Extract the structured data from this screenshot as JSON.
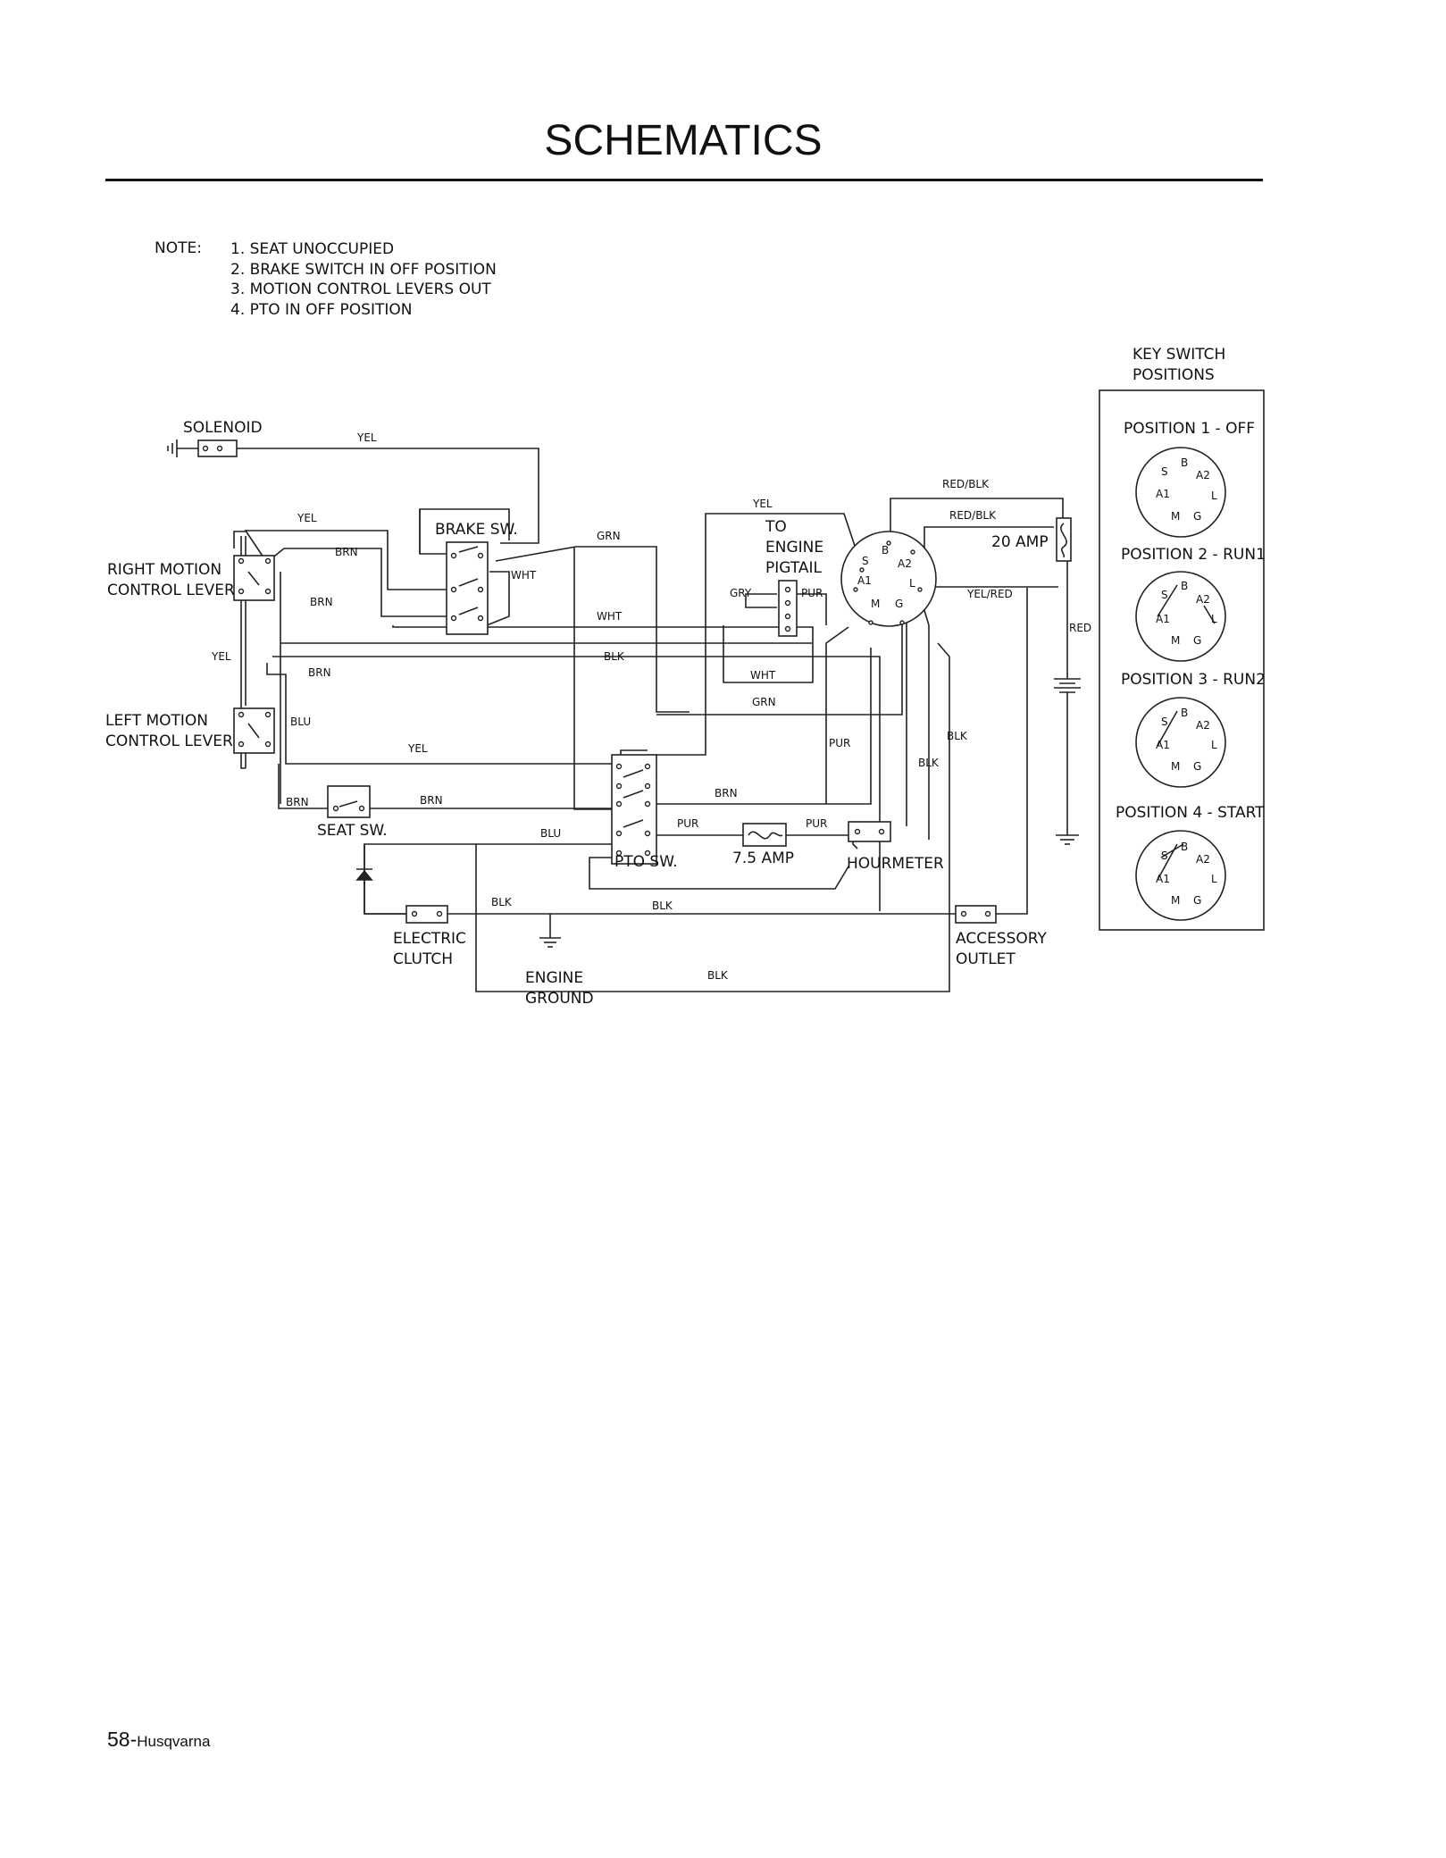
{
  "page": {
    "title": "SCHEMATICS",
    "page_number": "58-",
    "brand": "Husqvarna"
  },
  "notes": {
    "heading": "NOTE:",
    "items": [
      "1. SEAT UNOCCUPIED",
      "2. BRAKE SWITCH IN OFF POSITION",
      "3. MOTION CONTROL LEVERS OUT",
      "4. PTO IN OFF POSITION"
    ]
  },
  "components": {
    "solenoid": "SOLENOID",
    "right_lever": [
      "RIGHT MOTION",
      "CONTROL LEVER"
    ],
    "left_lever": [
      "LEFT MOTION",
      "CONTROL LEVER"
    ],
    "brake_switch": "BRAKE SW.",
    "seat_switch": "SEAT SW.",
    "pto_switch": "PTO SW.",
    "fuse_small": "7.5 AMP",
    "fuse_large": "20 AMP",
    "hourmeter": "HOURMETER",
    "engine_pigtail": [
      "TO",
      "ENGINE",
      "PIGTAIL"
    ],
    "electric_clutch": [
      "ELECTRIC",
      "CLUTCH"
    ],
    "engine_ground": [
      "ENGINE",
      "GROUND"
    ],
    "accessory_outlet": [
      "ACCESSORY",
      "OUTLET"
    ]
  },
  "key_switch": {
    "title": [
      "KEY SWITCH",
      "POSITIONS"
    ],
    "terminals": [
      "S",
      "B",
      "A2",
      "A1",
      "L",
      "M",
      "G"
    ],
    "positions": [
      "POSITION 1 - OFF",
      "POSITION 2 - RUN1",
      "POSITION 3 - RUN2",
      "POSITION 4 - START"
    ]
  },
  "wire_colors": {
    "yel": "YEL",
    "brn": "BRN",
    "blu": "BLU",
    "grn": "GRN",
    "wht": "WHT",
    "blk": "BLK",
    "gry": "GRY",
    "pur": "PUR",
    "red": "RED",
    "red_blk": "RED/BLK",
    "yel_red": "YEL/RED"
  }
}
